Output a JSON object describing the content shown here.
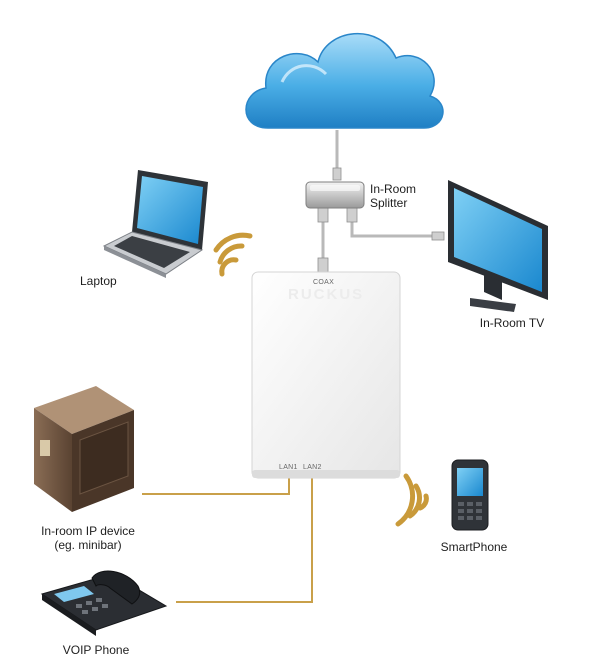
{
  "colors": {
    "cable_gold": "#c9a04a",
    "coax_gray": "#b9b9b9",
    "cloud_blue": "#4aaee6",
    "signal_gold": "#c99a3a",
    "ap_white": "#f4f4f4"
  },
  "icons": [
    "cloud-icon",
    "splitter-icon",
    "laptop-icon",
    "tv-icon",
    "access-point-icon",
    "server-icon",
    "smartphone-icon",
    "desk-phone-icon",
    "wifi-signal-icon"
  ],
  "labels": {
    "splitter_line1": "In-Room",
    "splitter_line2": "Splitter",
    "laptop": "Laptop",
    "tv": "In-Room TV",
    "ip_device_line1": "In-room IP device",
    "ip_device_line2": "(eg. minibar)",
    "smartphone": "SmartPhone",
    "voip": "VOIP Phone"
  },
  "device": {
    "brand": "RUCKUS",
    "port_coax": "COAX",
    "port_lan1": "LAN1",
    "port_lan2": "LAN2"
  }
}
